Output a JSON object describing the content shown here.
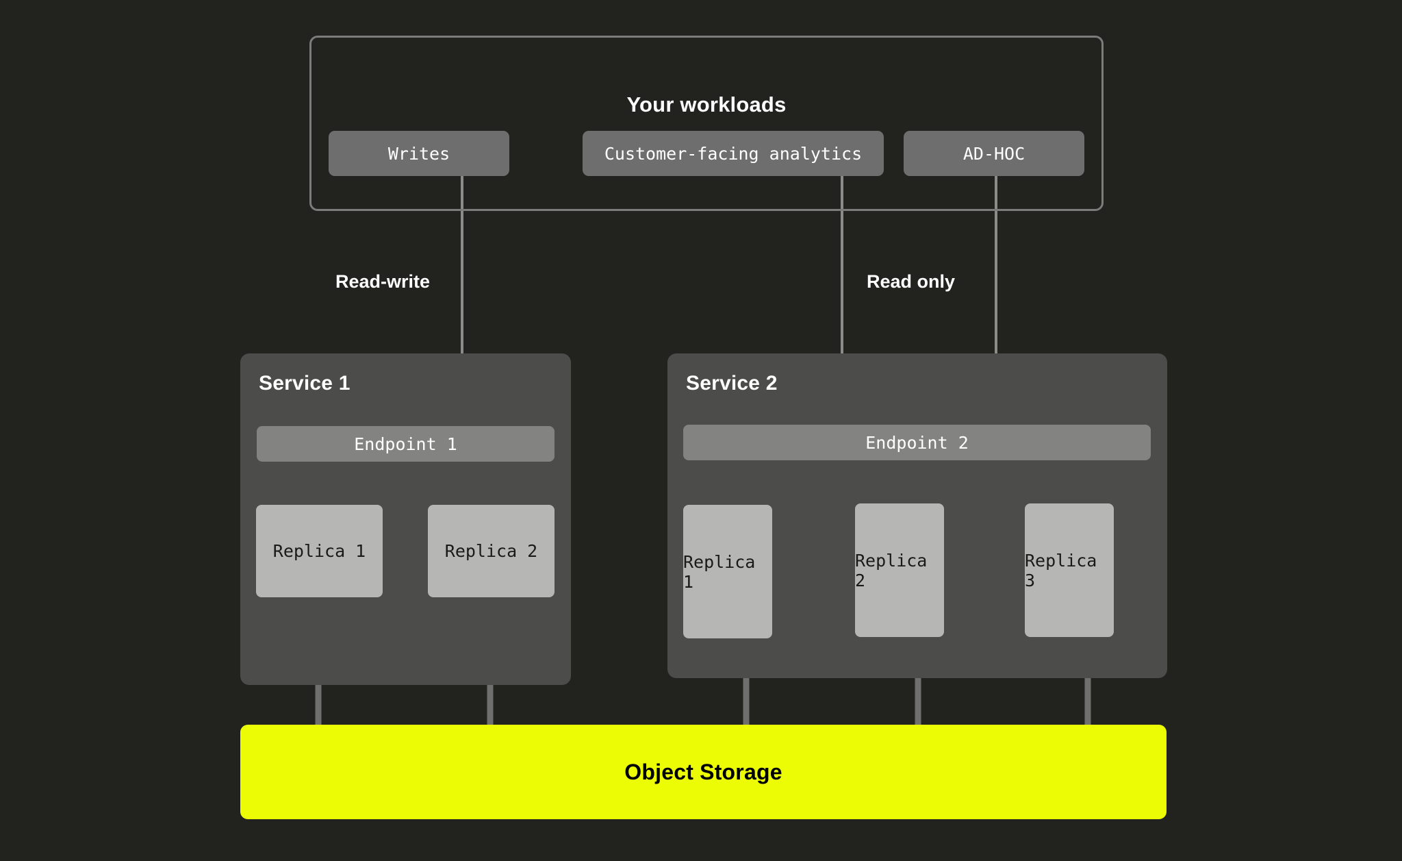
{
  "diagram": {
    "background_color": "#22231f",
    "accent_color": "#ecfc04",
    "panel_color": "#4c4c4b",
    "chip_color": "#6e6e6e",
    "replica_color": "#b6b6b5",
    "endpoint_color": "#838382",
    "connector_color": "#7c7c7a"
  },
  "workloads": {
    "title": "Your workloads",
    "chips": [
      {
        "label": "Writes"
      },
      {
        "label": "Customer-facing analytics"
      },
      {
        "label": "AD-HOC"
      }
    ]
  },
  "edge_labels": {
    "read_write": "Read-write",
    "read_only": "Read only"
  },
  "services": [
    {
      "title": "Service 1",
      "endpoint": "Endpoint 1",
      "replicas": [
        {
          "label": "Replica 1"
        },
        {
          "label": "Replica 2"
        }
      ]
    },
    {
      "title": "Service 2",
      "endpoint": "Endpoint 2",
      "replicas": [
        {
          "label": "Replica 1"
        },
        {
          "label": "Replica 2"
        },
        {
          "label": "Replica 3"
        }
      ]
    }
  ],
  "storage": {
    "label": "Object Storage"
  }
}
